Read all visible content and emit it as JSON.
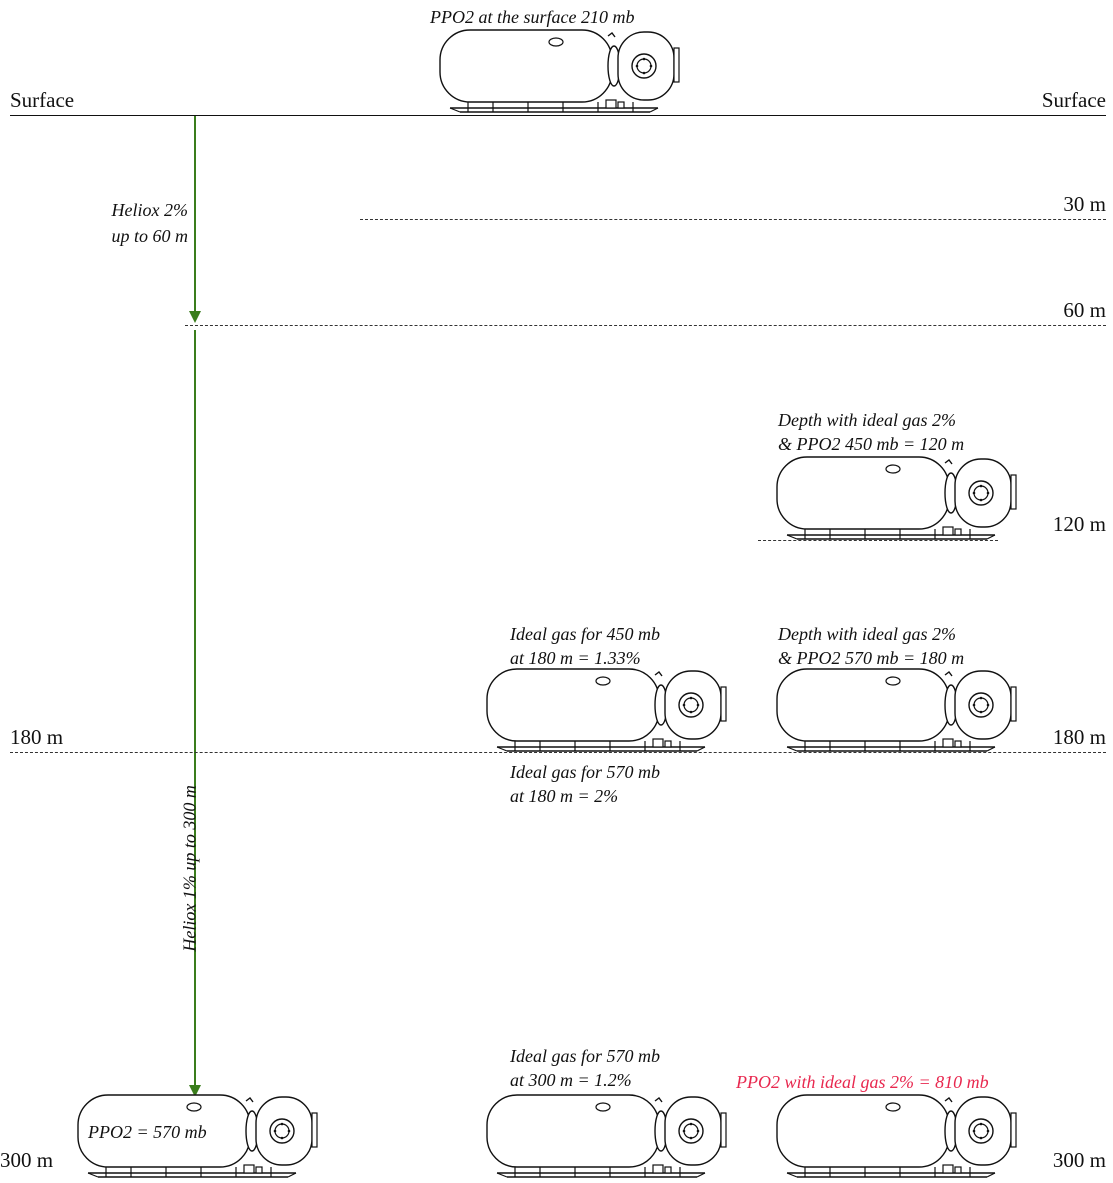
{
  "levels": {
    "surface_left": "Surface",
    "surface_right": "Surface",
    "d30": "30 m",
    "d60": "60 m",
    "d120": "120 m",
    "d180_left": "180 m",
    "d180_right": "180 m",
    "d300_left": "300 m",
    "d300_right": "300 m"
  },
  "annotations": {
    "surface_ppo2": "PPO2 at the surface 210 mb",
    "heliox2_l1": "Heliox 2%",
    "heliox2_l2": "up to 60 m",
    "heliox1": "Heliox 1% up to 300 m",
    "depth120_l1": "Depth with ideal gas 2%",
    "depth120_l2": "& PPO2 450 mb = 120 m",
    "ideal450_l1": "Ideal gas for 450 mb",
    "ideal450_l2": "at 180 m = 1.33%",
    "depth180_l1": "Depth with ideal gas 2%",
    "depth180_l2": "& PPO2 570 mb = 180 m",
    "ideal570_180_l1": "Ideal gas for 570 mb",
    "ideal570_180_l2": "at 180 m = 2%",
    "ideal570_300_l1": "Ideal gas for 570 mb",
    "ideal570_300_l2": "at 300 m = 1.2%",
    "ppo2_ideal2": "PPO2 with ideal gas 2% = 810 mb",
    "ppo2_570": "PPO2 = 570 mb"
  },
  "colors": {
    "arrow": "#3a7d1c",
    "highlight": "#e8284f",
    "line": "#111111"
  }
}
